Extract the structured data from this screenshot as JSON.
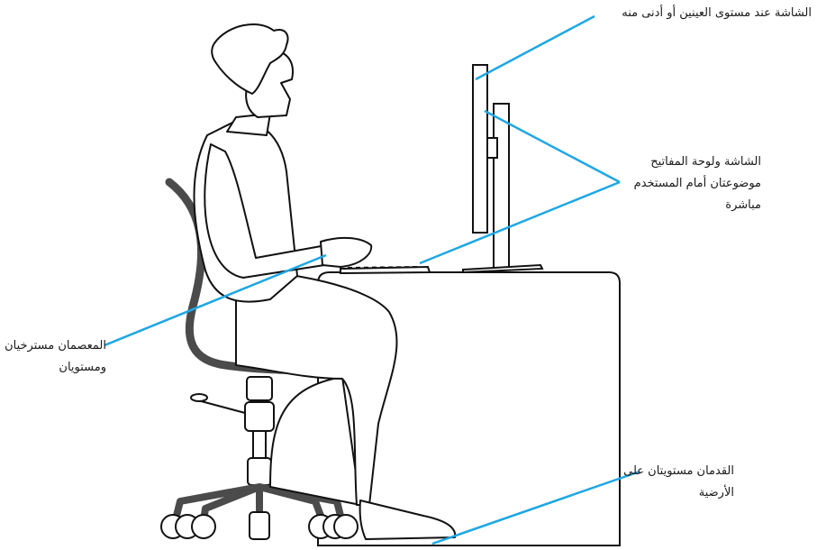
{
  "callouts": {
    "monitor_eye_level": {
      "lines": [
        "الشاشة عند مستوى العينين أو أدنى منه"
      ]
    },
    "monitor_keyboard_front": {
      "lines": [
        "الشاشة ولوحة المفاتيح",
        "موضوعتان أمام المستخدم",
        "مباشرة"
      ]
    },
    "wrists_relaxed": {
      "lines": [
        "المعصمان مسترخيان",
        "ومستويان"
      ]
    },
    "feet_flat": {
      "lines": [
        "القدمان مستويتان على",
        "الأرضية"
      ]
    }
  },
  "colors": {
    "callout_line": "#1ea7e4",
    "outline": "#111111",
    "chair_frame": "#4b4b4b"
  }
}
